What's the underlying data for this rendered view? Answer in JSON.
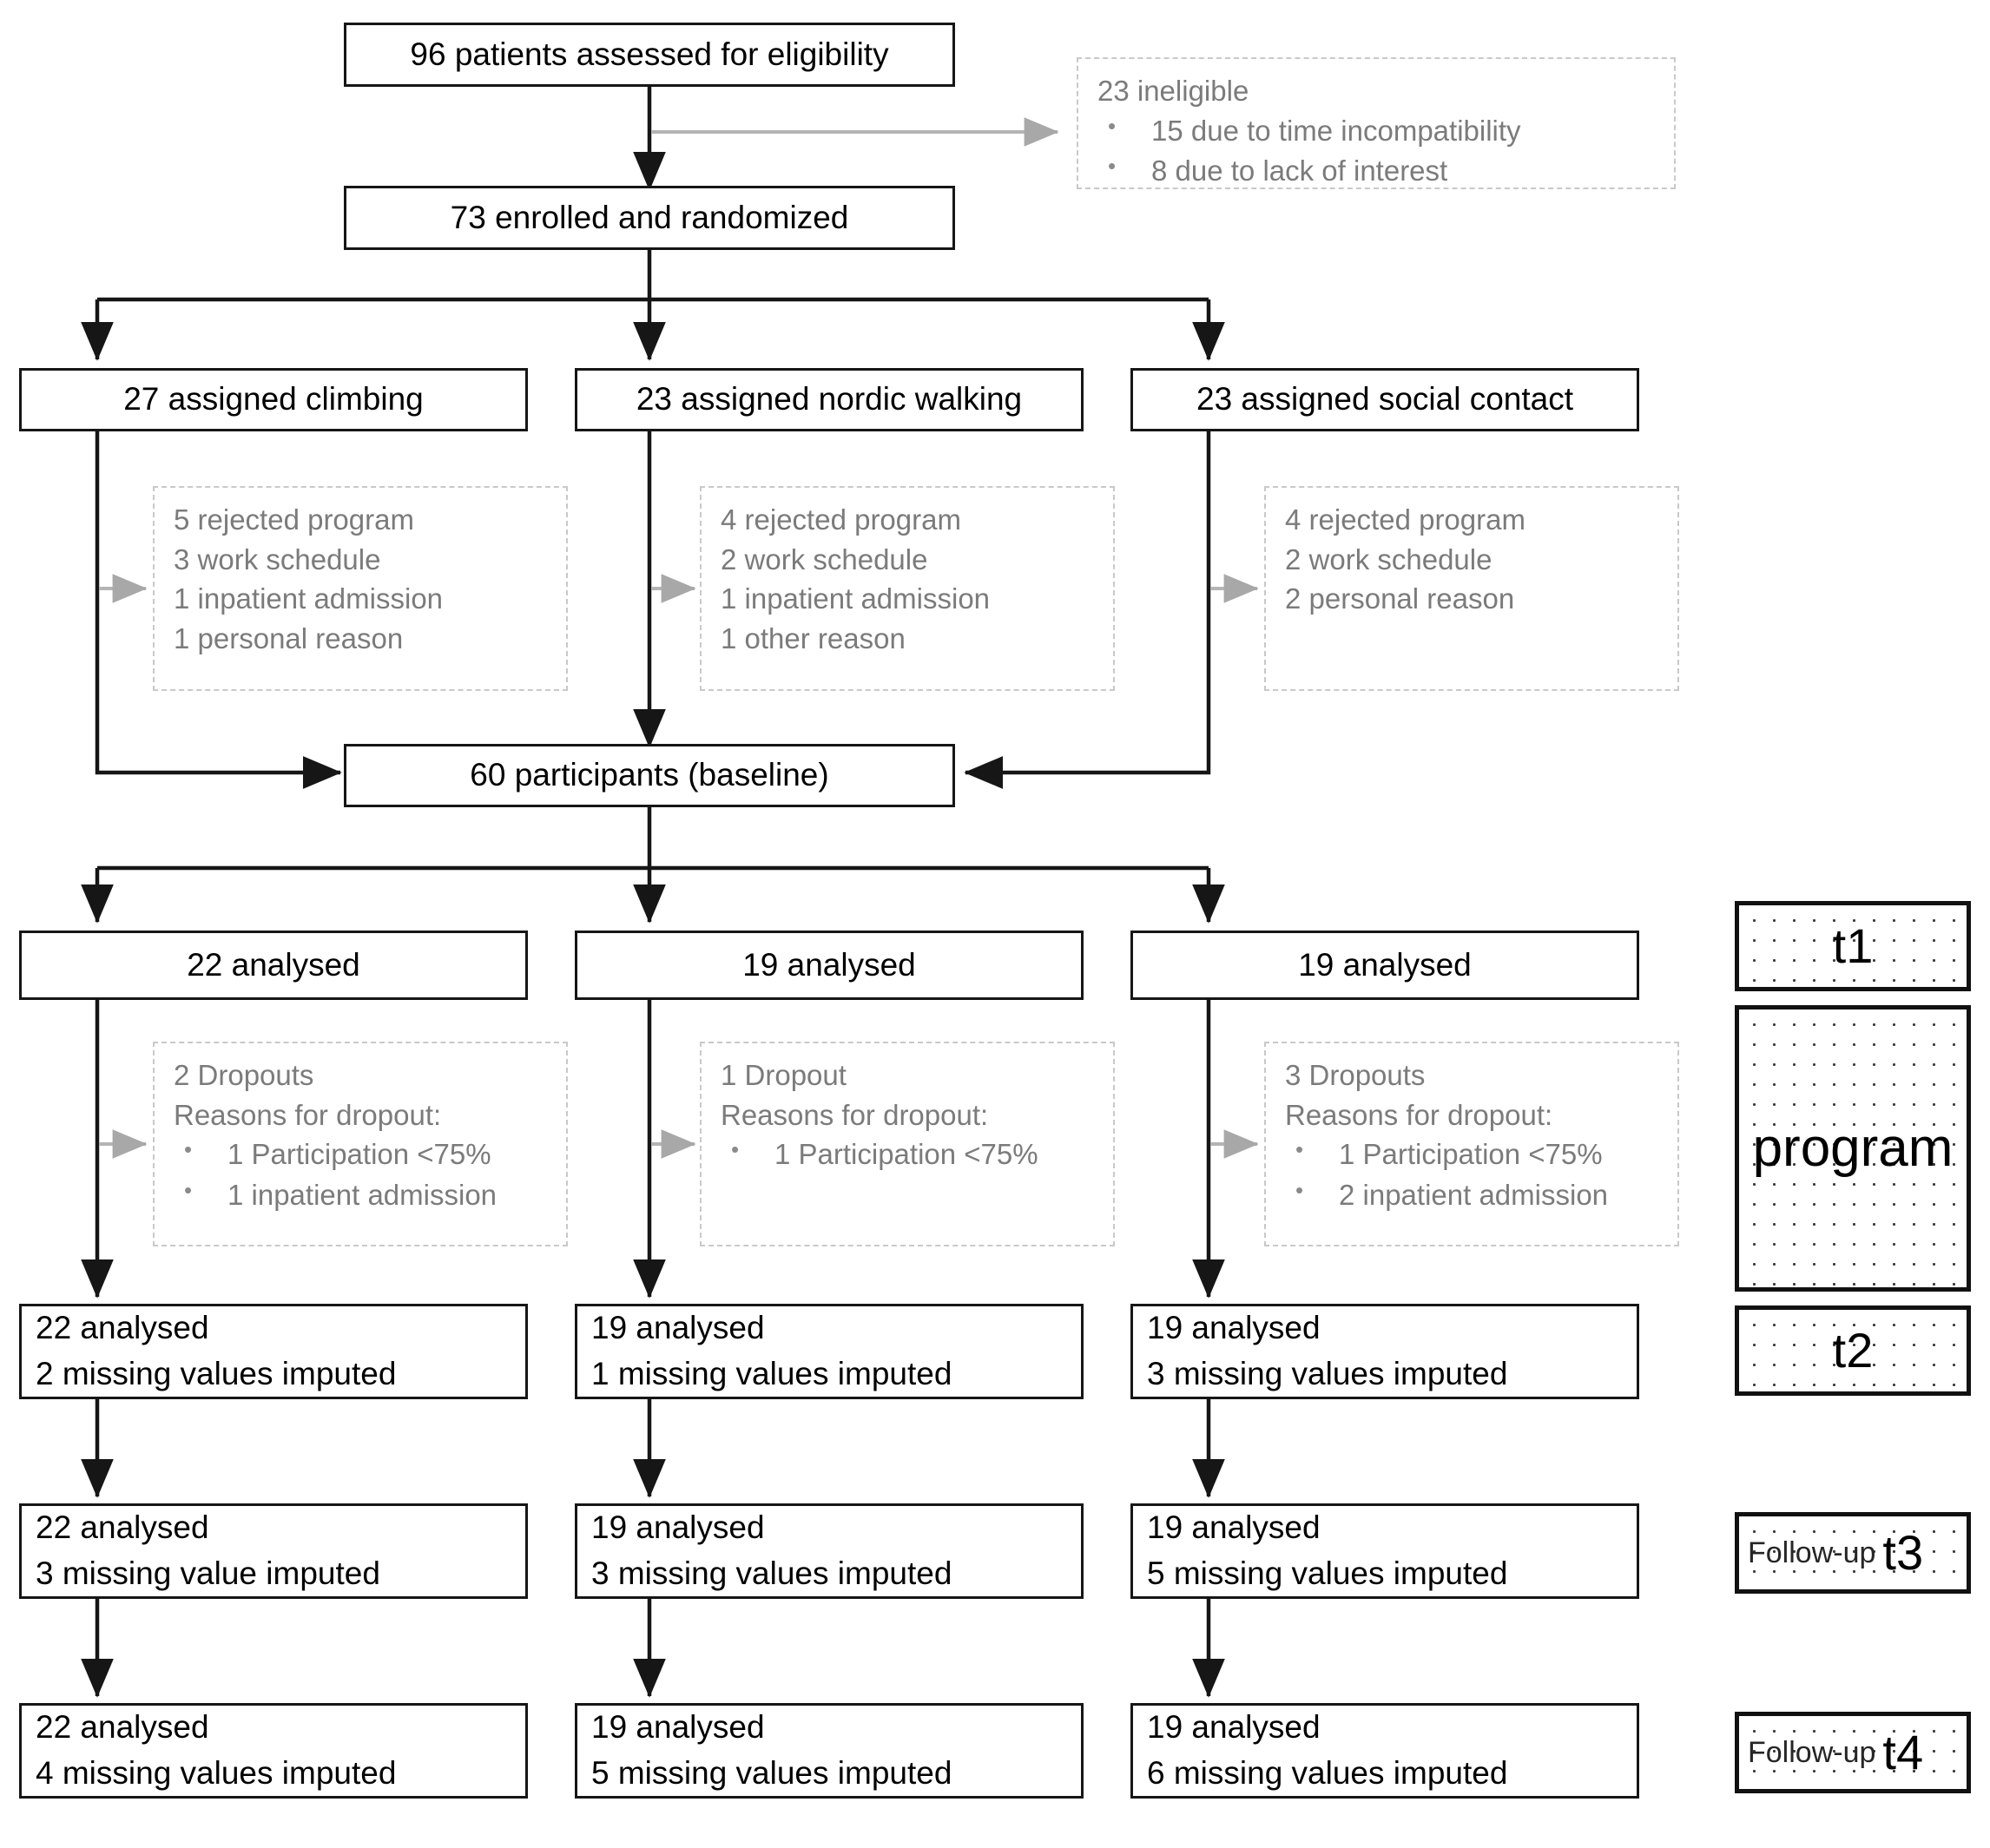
{
  "diagram": {
    "title": "CONSORT participant flow diagram",
    "accent_line_color": "#161616",
    "muted_text_color": "#7b7b7b"
  },
  "nodes": {
    "assessed": "96 patients assessed for eligibility",
    "enrolled": "73 enrolled and randomized",
    "baseline": "60 participants (baseline)"
  },
  "ineligible": {
    "heading": "23 ineligible",
    "items": [
      "15 due to time incompatibility",
      "8 due to lack of interest"
    ]
  },
  "arms": [
    {
      "assigned": "27 assigned climbing"
    },
    {
      "assigned": "23 assigned nordic walking"
    },
    {
      "assigned": "23 assigned social contact"
    }
  ],
  "rejections": [
    {
      "lines": [
        "5 rejected program",
        "3 work schedule",
        "1 inpatient admission",
        "1 personal reason"
      ]
    },
    {
      "lines": [
        "4 rejected program",
        "2 work schedule",
        "1 inpatient admission",
        "1 other reason"
      ]
    },
    {
      "lines": [
        "4 rejected program",
        "2 work schedule",
        "2 personal reason"
      ]
    }
  ],
  "analysed_t1": [
    "22 analysed",
    "19 analysed",
    "19 analysed"
  ],
  "dropouts": [
    {
      "count_label": "2 Dropouts",
      "reasons_label": "Reasons for dropout:",
      "items": [
        "1 Participation <75%",
        "1 inpatient admission"
      ]
    },
    {
      "count_label": "1 Dropout",
      "reasons_label": "Reasons for dropout:",
      "items": [
        "1 Participation <75%"
      ]
    },
    {
      "count_label": "3 Dropouts",
      "reasons_label": "Reasons for dropout:",
      "items": [
        "1 Participation <75%",
        "2 inpatient admission"
      ]
    }
  ],
  "analysed_t2": [
    {
      "analysed": "22 analysed",
      "imputed": "2 missing values imputed"
    },
    {
      "analysed": "19 analysed",
      "imputed": "1 missing values imputed"
    },
    {
      "analysed": "19 analysed",
      "imputed": "3 missing values imputed"
    }
  ],
  "analysed_t3": [
    {
      "analysed": "22 analysed",
      "imputed": "3 missing value imputed"
    },
    {
      "analysed": "19 analysed",
      "imputed": "3 missing values imputed"
    },
    {
      "analysed": "19 analysed",
      "imputed": "5 missing values imputed"
    }
  ],
  "analysed_t4": [
    {
      "analysed": "22 analysed",
      "imputed": "4 missing values imputed"
    },
    {
      "analysed": "19 analysed",
      "imputed": "5 missing values imputed"
    },
    {
      "analysed": "19 analysed",
      "imputed": "6 missing values imputed"
    }
  ],
  "legend": {
    "t1": "t1",
    "program": "program",
    "t2": "t2",
    "t3_prefix": "Follow-up",
    "t3": "t3",
    "t4_prefix": "Follow-up",
    "t4": "t4"
  }
}
